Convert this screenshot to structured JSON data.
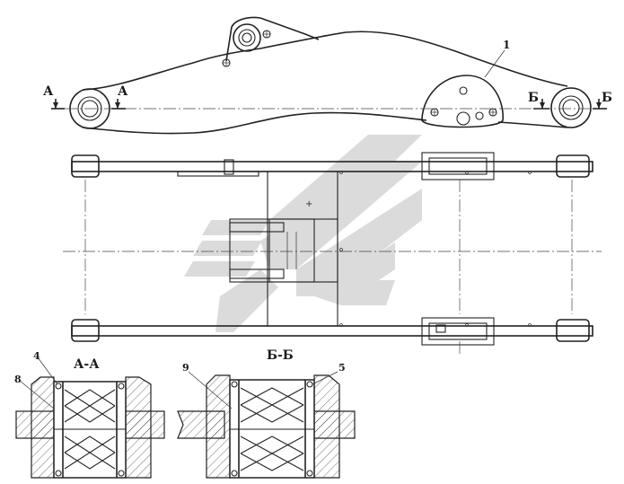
{
  "labels": {
    "part_1": "1",
    "section_a_left": "А",
    "section_a_right": "А",
    "section_b_left": "Б",
    "section_b_right": "Б",
    "view_aa_title": "А-А",
    "view_bb_title": "Б-Б",
    "part_4": "4",
    "part_8": "8",
    "part_9": "9",
    "part_5": "5"
  },
  "colors": {
    "line": "#222222",
    "watermark": "#bfbfbf",
    "background": "#ffffff"
  }
}
